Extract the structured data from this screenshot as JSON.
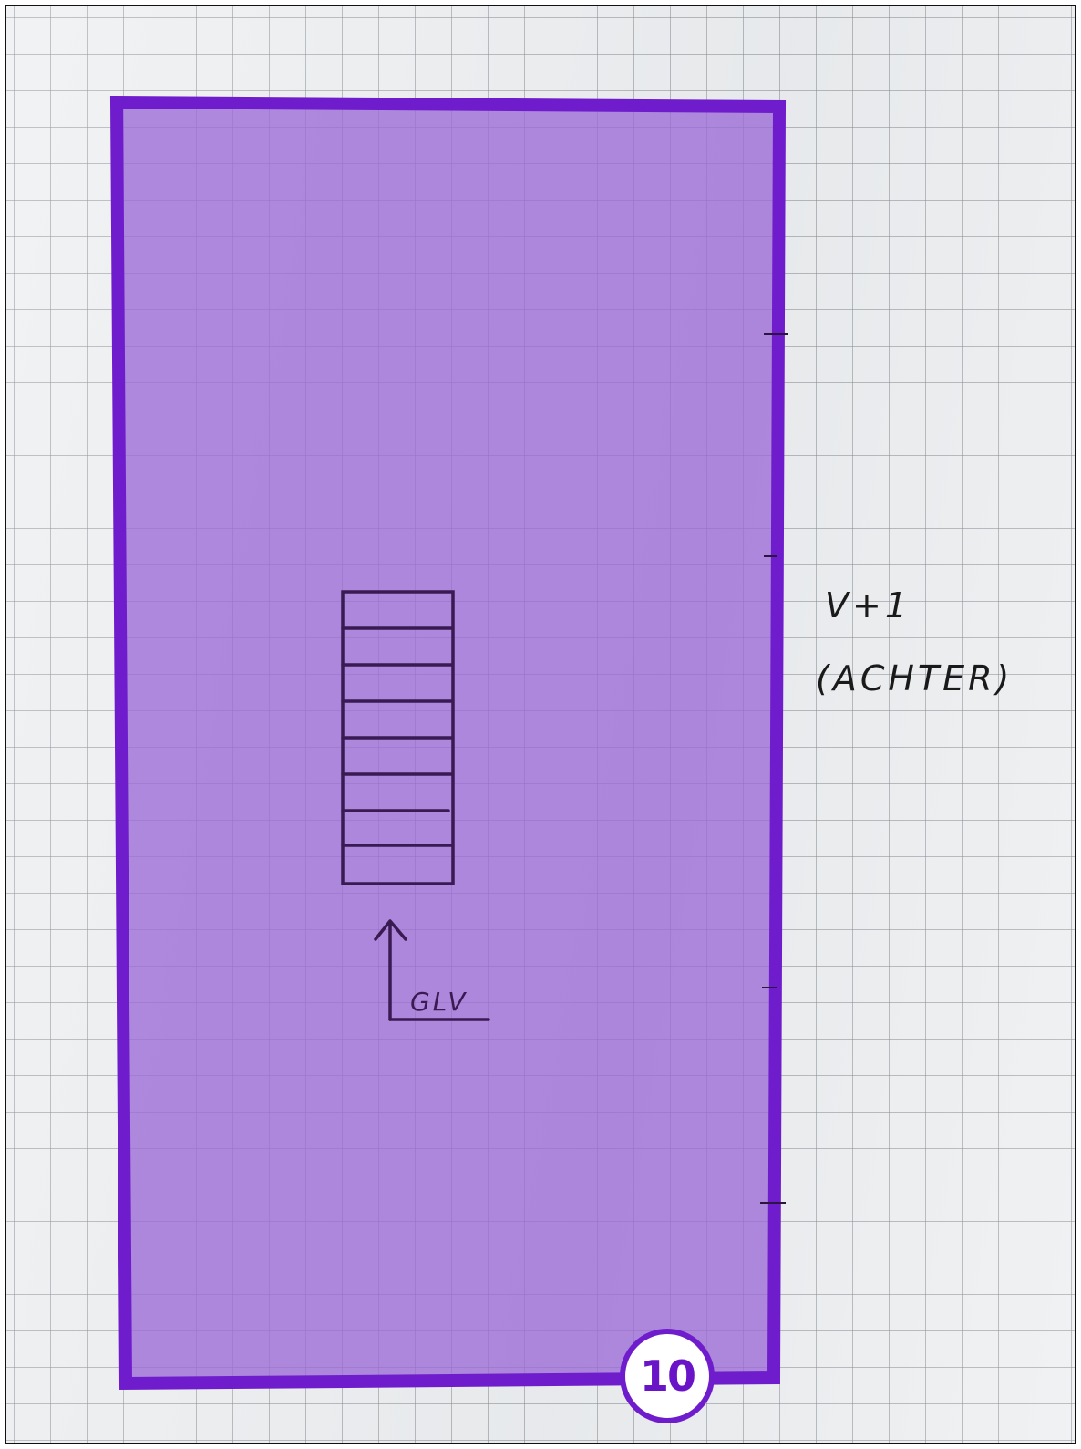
{
  "diagram": {
    "floor_label": "V+1",
    "side_label": "(ACHTER)",
    "stair_label": "GLV",
    "badge_number": "10",
    "stair_step_count": 8
  },
  "colors": {
    "room_fill": "#9b6ad6",
    "room_border": "#6f1ccc",
    "ink": "#3a1a52",
    "badge_text": "#6a14c8"
  }
}
